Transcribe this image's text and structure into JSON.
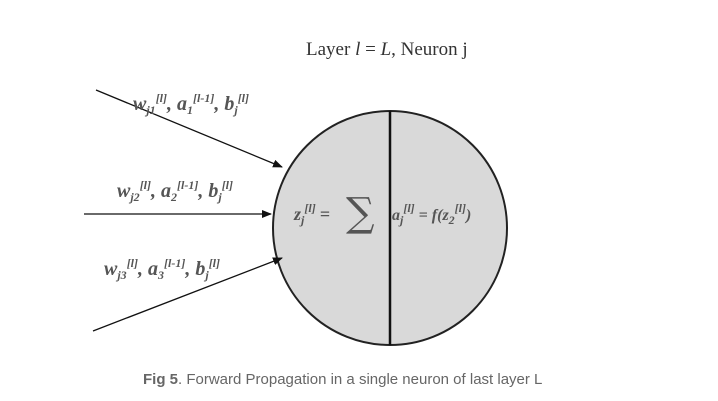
{
  "title": {
    "prefix": "Layer ",
    "l": "l",
    "eq": " = ",
    "L": "L",
    "suffix": ", Neuron j"
  },
  "inputs": [
    {
      "w_base": "w",
      "w_sub": "j1",
      "w_sup": "[l]",
      "a_base": "a",
      "a_sub": "1",
      "a_sup": "[l-1]",
      "b_base": "b",
      "b_sub": "j",
      "b_sup": "[l]"
    },
    {
      "w_base": "w",
      "w_sub": "j2",
      "w_sup": "[l]",
      "a_base": "a",
      "a_sub": "2",
      "a_sup": "[l-1]",
      "b_base": "b",
      "b_sub": "j",
      "b_sup": "[l]"
    },
    {
      "w_base": "w",
      "w_sub": "j3",
      "w_sup": "[l]",
      "a_base": "a",
      "a_sub": "3",
      "a_sup": "[l-1]",
      "b_base": "b",
      "b_sub": "j",
      "b_sup": "[l]"
    }
  ],
  "neuron": {
    "z_base": "z",
    "z_sub": "j",
    "z_sup": "[l]",
    "equals": "=",
    "sigma": "∑",
    "a_base": "a",
    "a_sub": "j",
    "a_sup": "[l]",
    "f_eq": " = f(z",
    "f_sub": "2",
    "f_sup": "[l]",
    "f_close": ")",
    "fill_color": "#d9d9d9",
    "stroke_color": "#222222"
  },
  "caption": {
    "bold": "Fig 5",
    "text": ". Forward Propagation in a single neuron of last layer L"
  }
}
